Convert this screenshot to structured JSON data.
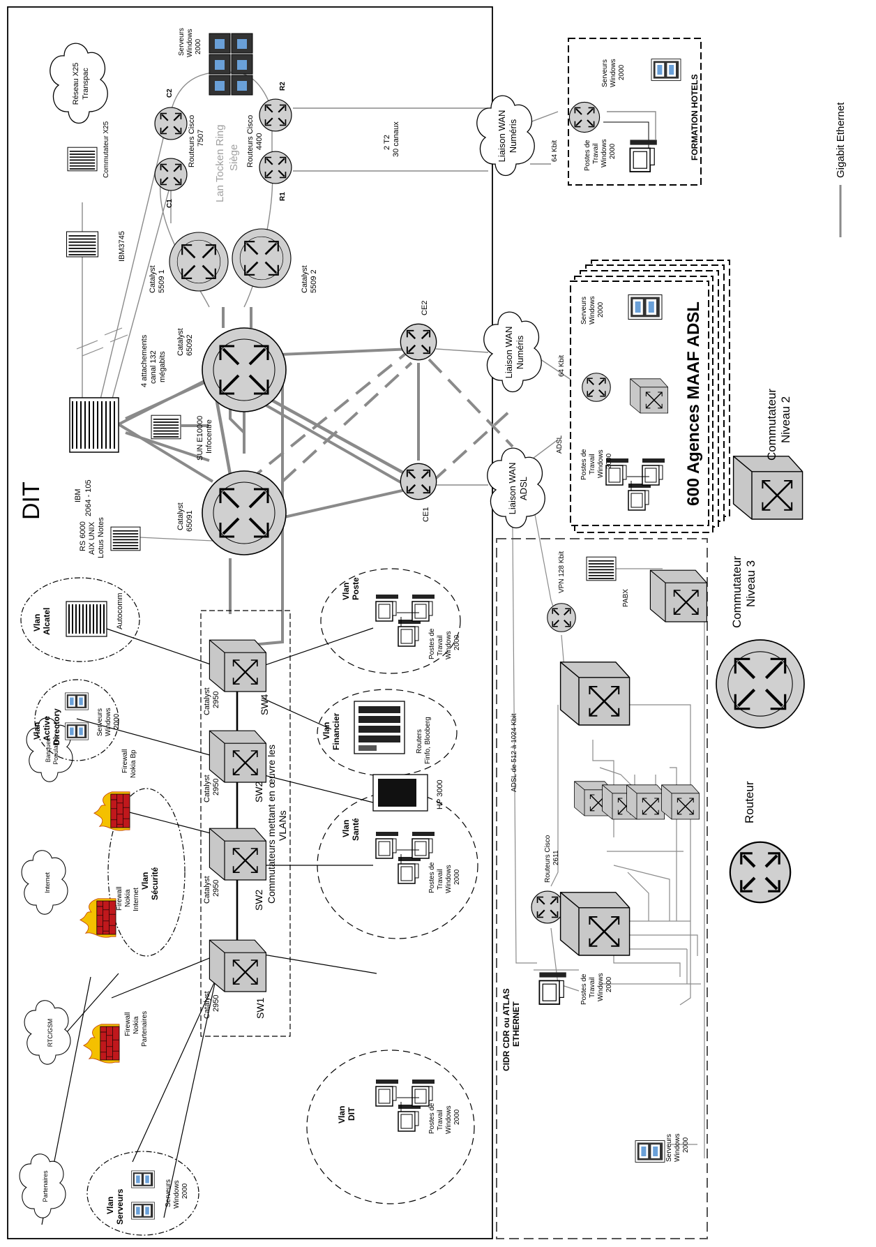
{
  "title": "DIT",
  "colors": {
    "gray_link": "#8a8a8a",
    "router_fill": "#c8c8c8",
    "firewall_red": "#c0181c",
    "flame": "#f4c000"
  },
  "clouds": {
    "x25": [
      "Réseau X25",
      "Transpac"
    ],
    "wan_numeris_top": [
      "Liaison WAN",
      "Numéris"
    ],
    "wan_numeris_mid": [
      "Liaison WAN",
      "Numéris"
    ],
    "wan_adsl": [
      "Liaison WAN",
      "ADSL"
    ],
    "banques": [
      "Banques",
      "Populaires"
    ],
    "internet": [
      "Internet"
    ],
    "rtc": [
      "RTC/GSM"
    ],
    "partenaires": [
      "Partenaires"
    ]
  },
  "labels": {
    "commutateur_x25": "Commutateur X25",
    "ibm3745": "IBM3745",
    "ibm2064": [
      "IBM",
      "2064 - 105"
    ],
    "serveurs_w2000_top": [
      "Serveurs",
      "Windows",
      "2000"
    ],
    "c1": "C1",
    "c2": "C2",
    "r1": "R1",
    "r2": "R2",
    "routeurs_7507": [
      "Routeurs Cisco",
      "7507"
    ],
    "routeurs_4400": [
      "Routeurs Cisco",
      "4400"
    ],
    "lan_ring": [
      "Lan Tocken Ring",
      "Siège"
    ],
    "t2": [
      "2 T2",
      "30 canaux"
    ],
    "kbit64_top": "64 Kbit",
    "kbit64_mid": "64 Kbit",
    "adsl": "ADSL",
    "catalyst55091": [
      "Catalyst",
      "5509 1"
    ],
    "catalyst55092": [
      "Catalyst",
      "5509 2"
    ],
    "catalyst65092": [
      "Catalyst",
      "65092"
    ],
    "catalyst65091": [
      "Catalyst",
      "65091"
    ],
    "attachements": [
      "4 attachements",
      "canal 132",
      "mégabits"
    ],
    "sun": [
      "SUN E10000",
      "Infocentre"
    ],
    "rs6000": [
      "RS 6000",
      "AIX UNIX",
      "Lotus Notes"
    ],
    "ce1": "CE1",
    "ce2": "CE2",
    "autocomm": "Autocomm",
    "pabx": "PABX",
    "vpn": "VPN 128 Kbit",
    "adsl_range": "ADSL de 512 à 1024 Kbit",
    "routeurs_2611": [
      "Routeurs Cisco",
      "2611"
    ],
    "hp3000": "HP 3000",
    "routers_fin": [
      "Routers",
      "Finfo, Blooberg"
    ],
    "firewall_bp": [
      "Firewall",
      "Nokia Bp"
    ],
    "firewall_internet": [
      "Firewall",
      "Nokia",
      "Internet"
    ],
    "firewall_part": [
      "Firewall",
      "Nokia",
      "Partenaires"
    ],
    "catalyst2950": [
      "Catalyst",
      "2950"
    ],
    "sw1": "SW1",
    "sw2": "SW2",
    "sw4": "SW4",
    "commutateurs_vlan": [
      "Commutateurs mettant en œuvre les",
      "VLANs"
    ],
    "postes": [
      "Postes de",
      "Travail",
      "Windows",
      "2000"
    ],
    "serveurs": [
      "Serveurs",
      "Windows",
      "2000"
    ],
    "formation": "FORMATION HOTELS",
    "agences": "600 Agences MAAF ADSL",
    "cidr": [
      "CIDR CDR ou ATLAS",
      "ETHERNET"
    ],
    "gigabit": "Gigabit Ethernet"
  },
  "vlans": {
    "alcatel": [
      "Vlan",
      "Alcatel"
    ],
    "ad": [
      "Vlan",
      "Active",
      "Directory"
    ],
    "securite": [
      "Vlan",
      "Sécurité"
    ],
    "serveurs": [
      "Vlan",
      "Serveurs"
    ],
    "poste": [
      "Vlan",
      "Poste"
    ],
    "financier": [
      "Vlan",
      "Financier"
    ],
    "sante": [
      "Vlan",
      "Santé"
    ],
    "dit": [
      "Vlan",
      "DIT"
    ]
  },
  "legend": {
    "commutateur_n2": [
      "Commutateur",
      "Niveau 2"
    ],
    "commutateur_n3": [
      "Commutateur",
      "Niveau 3"
    ],
    "routeur": "Routeur"
  }
}
